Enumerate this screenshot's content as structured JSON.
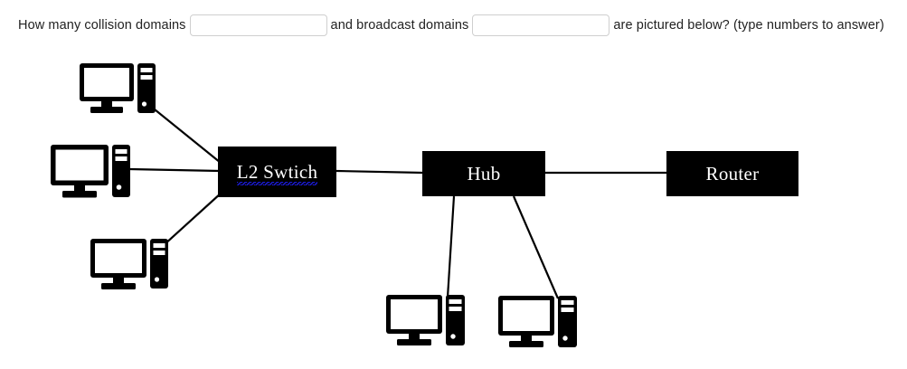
{
  "question": {
    "part1": "How many collision domains",
    "part2": "and broadcast domains",
    "part3": "are pictured below? (type numbers to answer)",
    "input1": {
      "value": "",
      "placeholder": ""
    },
    "input2": {
      "value": "",
      "placeholder": ""
    }
  },
  "diagram": {
    "title": "Network topology with switch, hub and router",
    "nodes": [
      {
        "id": "switch",
        "label": "L2 Swtich",
        "misspelled": true,
        "shape": "box"
      },
      {
        "id": "hub",
        "label": "Hub",
        "misspelled": false,
        "shape": "box"
      },
      {
        "id": "router",
        "label": "Router",
        "misspelled": false,
        "shape": "box"
      }
    ],
    "endpoints": [
      {
        "id": "pc-top-left",
        "icon": "desktop-computer-icon",
        "connects_to": "switch"
      },
      {
        "id": "pc-mid-left",
        "icon": "desktop-computer-icon",
        "connects_to": "switch"
      },
      {
        "id": "pc-bottom-left",
        "icon": "desktop-computer-icon",
        "connects_to": "switch"
      },
      {
        "id": "pc-hub-left",
        "icon": "desktop-computer-icon",
        "connects_to": "hub"
      },
      {
        "id": "pc-hub-right",
        "icon": "desktop-computer-icon",
        "connects_to": "hub"
      }
    ],
    "links": [
      {
        "from": "pc-top-left",
        "to": "switch"
      },
      {
        "from": "pc-mid-left",
        "to": "switch"
      },
      {
        "from": "pc-bottom-left",
        "to": "switch"
      },
      {
        "from": "switch",
        "to": "hub"
      },
      {
        "from": "hub",
        "to": "router"
      },
      {
        "from": "hub",
        "to": "pc-hub-left"
      },
      {
        "from": "hub",
        "to": "pc-hub-right"
      }
    ]
  },
  "colors": {
    "background": "#ffffff",
    "node_fill": "#000000",
    "node_text": "#ffffff",
    "line": "#000000",
    "spellcheck_underline": "#1a1ad6",
    "question_text": "#222222",
    "input_border": "#cfcfcf"
  }
}
